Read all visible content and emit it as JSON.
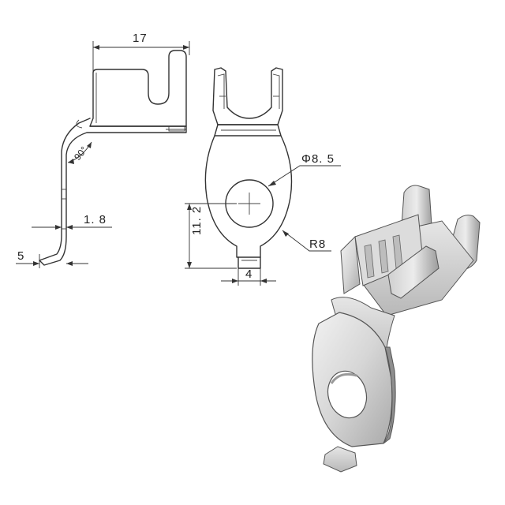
{
  "drawing": {
    "dimensions": {
      "width_17": "17",
      "thickness_1_8": "1. 8",
      "offset_5": "5",
      "angle_90": "90°",
      "hole_dia": "Φ8. 5",
      "height_11_2": "11. 2",
      "tab_width_4": "4",
      "radius_r8": "R8"
    }
  }
}
